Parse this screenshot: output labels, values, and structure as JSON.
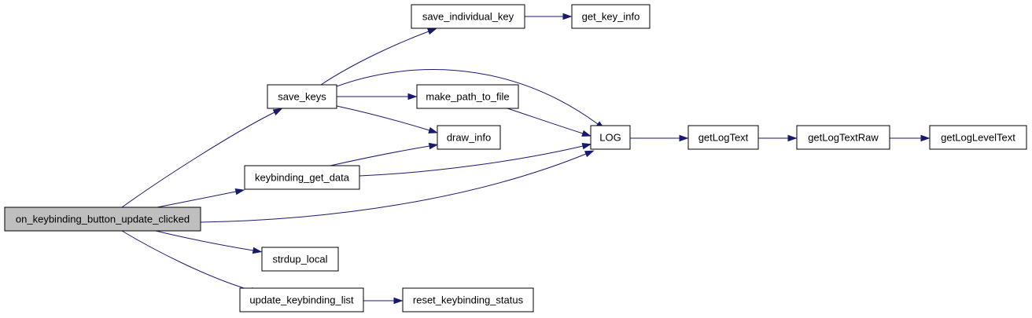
{
  "colors": {
    "edge": "#191970",
    "root_fill": "#bfbfbf",
    "node_fill": "#ffffff",
    "node_border": "#000000"
  },
  "nodes": {
    "on_keybinding_button_update_clicked": {
      "label": "on_keybinding_button_update_clicked",
      "root": true
    },
    "save_keys": {
      "label": "save_keys"
    },
    "save_individual_key": {
      "label": "save_individual_key"
    },
    "get_key_info": {
      "label": "get_key_info"
    },
    "make_path_to_file": {
      "label": "make_path_to_file"
    },
    "draw_info": {
      "label": "draw_info"
    },
    "keybinding_get_data": {
      "label": "keybinding_get_data"
    },
    "LOG": {
      "label": "LOG"
    },
    "getLogText": {
      "label": "getLogText"
    },
    "getLogTextRaw": {
      "label": "getLogTextRaw"
    },
    "getLogLevelText": {
      "label": "getLogLevelText"
    },
    "strdup_local": {
      "label": "strdup_local"
    },
    "update_keybinding_list": {
      "label": "update_keybinding_list"
    },
    "reset_keybinding_status": {
      "label": "reset_keybinding_status"
    }
  },
  "edges": [
    {
      "from": "on_keybinding_button_update_clicked",
      "to": "save_keys"
    },
    {
      "from": "on_keybinding_button_update_clicked",
      "to": "keybinding_get_data"
    },
    {
      "from": "on_keybinding_button_update_clicked",
      "to": "LOG"
    },
    {
      "from": "on_keybinding_button_update_clicked",
      "to": "strdup_local"
    },
    {
      "from": "on_keybinding_button_update_clicked",
      "to": "update_keybinding_list"
    },
    {
      "from": "save_keys",
      "to": "save_individual_key"
    },
    {
      "from": "save_keys",
      "to": "LOG"
    },
    {
      "from": "save_keys",
      "to": "make_path_to_file"
    },
    {
      "from": "save_keys",
      "to": "draw_info"
    },
    {
      "from": "save_individual_key",
      "to": "get_key_info"
    },
    {
      "from": "make_path_to_file",
      "to": "LOG"
    },
    {
      "from": "keybinding_get_data",
      "to": "draw_info"
    },
    {
      "from": "keybinding_get_data",
      "to": "LOG"
    },
    {
      "from": "LOG",
      "to": "getLogText"
    },
    {
      "from": "getLogText",
      "to": "getLogTextRaw"
    },
    {
      "from": "getLogTextRaw",
      "to": "getLogLevelText"
    },
    {
      "from": "update_keybinding_list",
      "to": "reset_keybinding_status"
    }
  ]
}
